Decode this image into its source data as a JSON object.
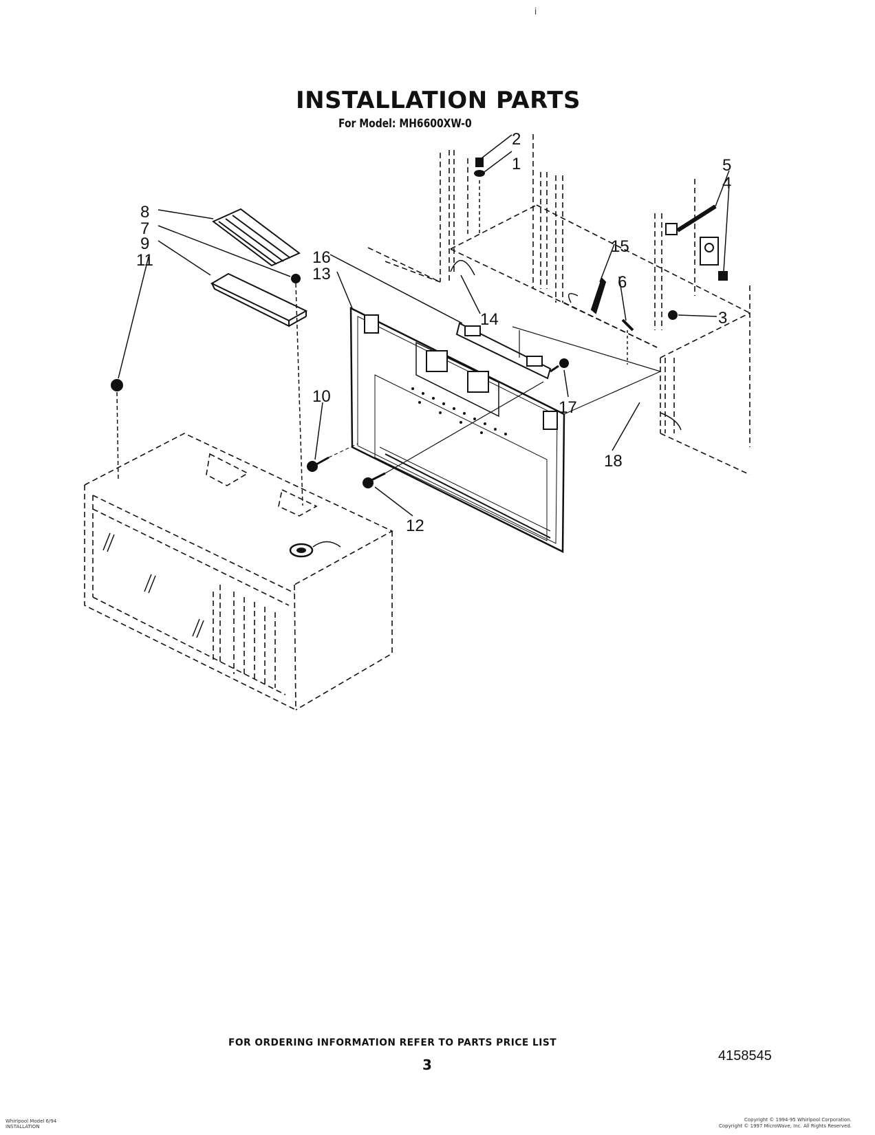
{
  "header": {
    "title": "INSTALLATION PARTS",
    "model_line": "For Model: MH6600XW-0"
  },
  "diagram": {
    "callouts": [
      "1",
      "2",
      "3",
      "4",
      "5",
      "6",
      "7",
      "8",
      "9",
      "10",
      "11",
      "12",
      "13",
      "14",
      "15",
      "16",
      "17",
      "18"
    ]
  },
  "footer": {
    "ordering_note": "FOR ORDERING INFORMATION REFER TO PARTS PRICE LIST",
    "page_number": "3",
    "document_number": "4158545",
    "left_note_line1": "Whirlpool Model 6/94",
    "left_note_line2": "INSTALLATION",
    "copyright_line1": "Copyright © 1994-95 Whirlpool Corporation.",
    "copyright_line2": "Copyright © 1997 MicroWave, Inc. All Rights Reserved."
  },
  "top_mark": "i"
}
